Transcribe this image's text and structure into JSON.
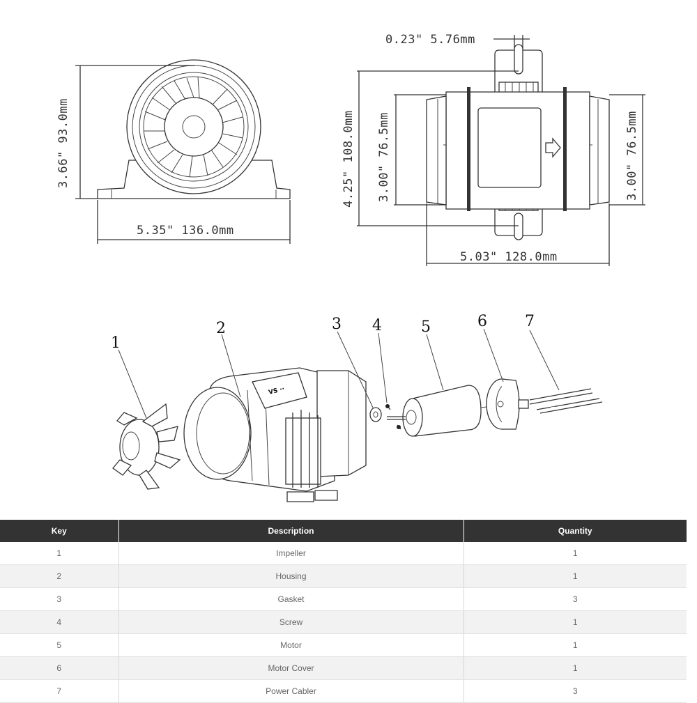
{
  "dimensions": {
    "front_height": "3.66\" 93.0mm",
    "front_width": "5.35\" 136.0mm",
    "slot_width": "0.23\" 5.76mm",
    "side_height": "4.25\" 108.0mm",
    "side_inner_left": "3.00\" 76.5mm",
    "side_inner_right": "3.00\" 76.5mm",
    "side_length": "5.03\" 128.0mm"
  },
  "callouts": [
    "1",
    "2",
    "3",
    "4",
    "5",
    "6",
    "7"
  ],
  "parts_table": {
    "headers": [
      "Key",
      "Description",
      "Quantity"
    ],
    "rows": [
      {
        "key": "1",
        "description": "Impeller",
        "quantity": "1"
      },
      {
        "key": "2",
        "description": "Housing",
        "quantity": "1"
      },
      {
        "key": "3",
        "description": "Gasket",
        "quantity": "3"
      },
      {
        "key": "4",
        "description": "Screw",
        "quantity": "1"
      },
      {
        "key": "5",
        "description": "Motor",
        "quantity": "1"
      },
      {
        "key": "6",
        "description": "Motor Cover",
        "quantity": "1"
      },
      {
        "key": "7",
        "description": "Power Cabler",
        "quantity": "3"
      }
    ]
  }
}
